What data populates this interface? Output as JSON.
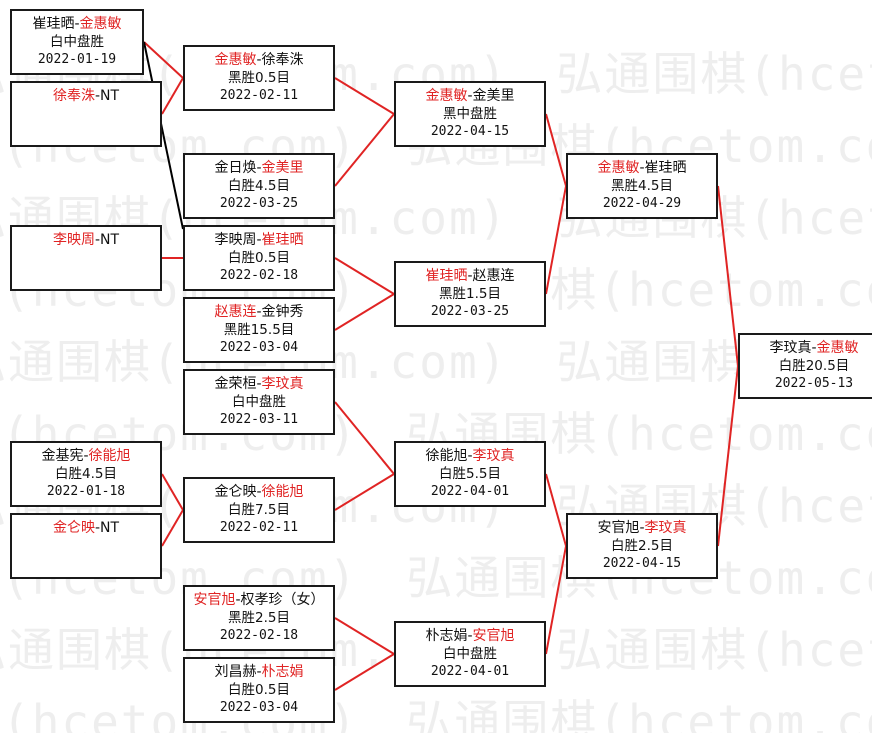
{
  "watermark": "弘通围棋(hcetom.com)",
  "colors": {
    "winner": "#e02424",
    "line": "#e02424",
    "border": "#1a1a1a",
    "cross": "#000000"
  },
  "matches": {
    "r1_1": {
      "p1": "崔珪晒",
      "p2": "金惠敏",
      "w": 2,
      "result": "白中盘胜",
      "date": "2022-01-19"
    },
    "r1_2": {
      "p1": "徐奉洙",
      "p2": "NT",
      "w": 1,
      "result": "",
      "date": ""
    },
    "r1_3": {
      "p1": "李映周",
      "p2": "NT",
      "w": 1,
      "result": "",
      "date": ""
    },
    "r1_4": {
      "p1": "金基宪",
      "p2": "徐能旭",
      "w": 2,
      "result": "白胜4.5目",
      "date": "2022-01-18"
    },
    "r1_5": {
      "p1": "金仑映",
      "p2": "NT",
      "w": 1,
      "result": "",
      "date": ""
    },
    "r2_1": {
      "p1": "金惠敏",
      "p2": "徐奉洙",
      "w": 1,
      "result": "黑胜0.5目",
      "date": "2022-02-11"
    },
    "r2_2": {
      "p1": "金日焕",
      "p2": "金美里",
      "w": 2,
      "result": "白胜4.5目",
      "date": "2022-03-25"
    },
    "r2_3": {
      "p1": "李映周",
      "p2": "崔珪晒",
      "w": 2,
      "result": "白胜0.5目",
      "date": "2022-02-18"
    },
    "r2_4": {
      "p1": "赵惠连",
      "p2": "金钟秀",
      "w": 1,
      "result": "黑胜15.5目",
      "date": "2022-03-04"
    },
    "r2_5": {
      "p1": "金荣桓",
      "p2": "李玟真",
      "w": 2,
      "result": "白中盘胜",
      "date": "2022-03-11"
    },
    "r2_6": {
      "p1": "金仑映",
      "p2": "徐能旭",
      "w": 2,
      "result": "白胜7.5目",
      "date": "2022-02-11"
    },
    "r2_7": {
      "p1": "安官旭",
      "p2": "权孝珍（女）",
      "w": 1,
      "result": "黑胜2.5目",
      "date": "2022-02-18"
    },
    "r2_8": {
      "p1": "刘昌赫",
      "p2": "朴志娟",
      "w": 2,
      "result": "白胜0.5目",
      "date": "2022-03-04"
    },
    "r3_1": {
      "p1": "金惠敏",
      "p2": "金美里",
      "w": 1,
      "result": "黑中盘胜",
      "date": "2022-04-15"
    },
    "r3_2": {
      "p1": "崔珪晒",
      "p2": "赵惠连",
      "w": 1,
      "result": "黑胜1.5目",
      "date": "2022-03-25"
    },
    "r3_3": {
      "p1": "徐能旭",
      "p2": "李玟真",
      "w": 2,
      "result": "白胜5.5目",
      "date": "2022-04-01"
    },
    "r3_4": {
      "p1": "朴志娟",
      "p2": "安官旭",
      "w": 2,
      "result": "白中盘胜",
      "date": "2022-04-01"
    },
    "r4_1": {
      "p1": "金惠敏",
      "p2": "崔珪晒",
      "w": 1,
      "result": "黑胜4.5目",
      "date": "2022-04-29"
    },
    "r4_2": {
      "p1": "安官旭",
      "p2": "李玟真",
      "w": 2,
      "result": "白胜2.5目",
      "date": "2022-04-15"
    },
    "final": {
      "p1": "李玟真",
      "p2": "金惠敏",
      "w": 2,
      "result": "白胜20.5目",
      "date": "2022-05-13"
    }
  }
}
